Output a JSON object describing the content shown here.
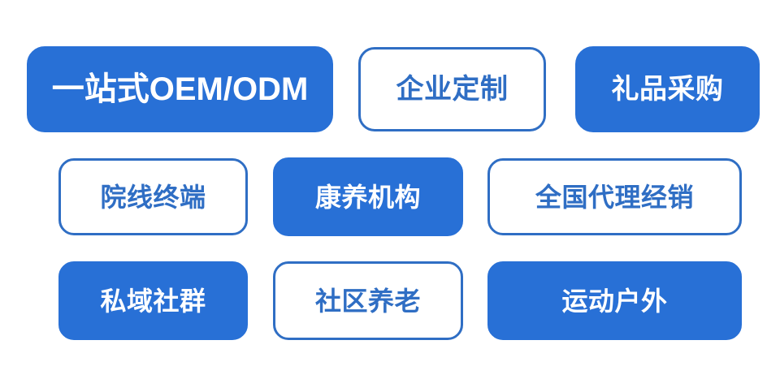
{
  "board": {
    "background_color": "#ffffff",
    "accent_color": "#2870d6",
    "outline_color": "#2f6ec4",
    "filled_text_color": "#ffffff",
    "outlined_text_color": "#2f6ec4"
  },
  "rows": [
    {
      "row_index": 1,
      "chips": [
        {
          "id": "oem-odm",
          "label": "一站式OEM/ODM",
          "style": "filled"
        },
        {
          "id": "enterprise-custom",
          "label": "企业定制",
          "style": "outlined"
        },
        {
          "id": "gift-procurement",
          "label": "礼品采购",
          "style": "filled"
        }
      ]
    },
    {
      "row_index": 2,
      "chips": [
        {
          "id": "cinema-terminal",
          "label": "院线终端",
          "style": "outlined"
        },
        {
          "id": "health-institution",
          "label": "康养机构",
          "style": "filled"
        },
        {
          "id": "national-agency",
          "label": "全国代理经销",
          "style": "outlined"
        }
      ]
    },
    {
      "row_index": 3,
      "chips": [
        {
          "id": "private-community",
          "label": "私域社群",
          "style": "filled"
        },
        {
          "id": "community-elderly",
          "label": "社区养老",
          "style": "outlined"
        },
        {
          "id": "sports-outdoor",
          "label": "运动户外",
          "style": "filled"
        }
      ]
    }
  ]
}
